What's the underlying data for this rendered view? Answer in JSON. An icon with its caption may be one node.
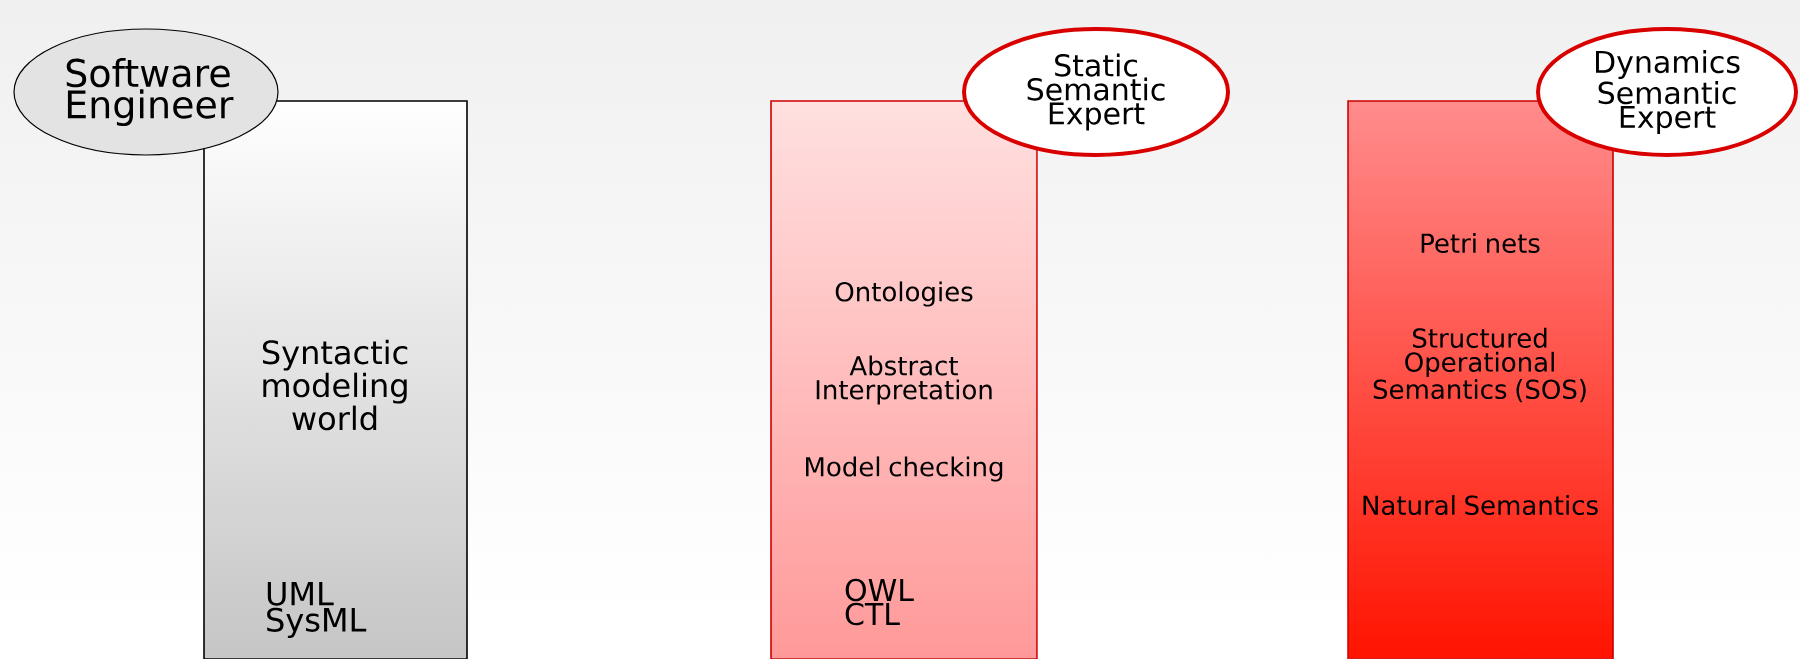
{
  "diagram": {
    "nodes": [
      {
        "text": [
          "Software Engineer"
        ]
      },
      {
        "text": [
          "Syntactic modeling world",
          "UML SysML"
        ]
      },
      {
        "text": [
          "Ontologies",
          "Abstract Interpretation",
          "Model checking",
          "OWL CTL"
        ]
      },
      {
        "text": [
          "Static Semantic Expert"
        ]
      },
      {
        "text": [
          "Petri nets",
          "Structured Operational Semantics (SOS)",
          "Natural Semantics"
        ]
      },
      {
        "text": [
          "Dynamics Semantic Expert"
        ]
      }
    ]
  }
}
